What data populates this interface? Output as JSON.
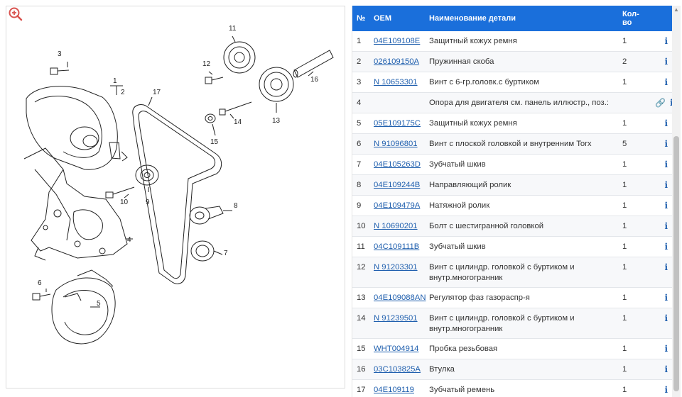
{
  "diagram": {
    "zoom_icon": "zoom-in-icon",
    "callouts": [
      "1",
      "2",
      "3",
      "4",
      "5",
      "6",
      "7",
      "8",
      "9",
      "10",
      "11",
      "12",
      "13",
      "14",
      "15",
      "16",
      "17"
    ]
  },
  "table": {
    "headers": {
      "num": "№",
      "oem": "OEM",
      "name": "Наименование детали",
      "qty": "Кол-во"
    },
    "rows": [
      {
        "num": "1",
        "oem": "04E109108E",
        "name": "Защитный кожух ремня",
        "qty": "1",
        "link": false
      },
      {
        "num": "2",
        "oem": "026109150A",
        "name": "Пружинная скоба",
        "qty": "2",
        "link": false
      },
      {
        "num": "3",
        "oem": "N 10653301",
        "name": "Винт с 6-гр.головк.с буртиком",
        "qty": "1",
        "link": false
      },
      {
        "num": "4",
        "oem": "",
        "name": "Опора для двигателя см. панель иллюстр., поз.:",
        "qty": "",
        "link": true
      },
      {
        "num": "5",
        "oem": "05E109175C",
        "name": "Защитный кожух ремня",
        "qty": "1",
        "link": false
      },
      {
        "num": "6",
        "oem": "N 91096801",
        "name": "Винт с плоской головкой и внутренним Torx",
        "qty": "5",
        "link": false
      },
      {
        "num": "7",
        "oem": "04E105263D",
        "name": "Зубчатый шкив",
        "qty": "1",
        "link": false
      },
      {
        "num": "8",
        "oem": "04E109244B",
        "name": "Направляющий ролик",
        "qty": "1",
        "link": false
      },
      {
        "num": "9",
        "oem": "04E109479A",
        "name": "Натяжной ролик",
        "qty": "1",
        "link": false
      },
      {
        "num": "10",
        "oem": "N 10690201",
        "name": "Болт с шестигранной головкой",
        "qty": "1",
        "link": false
      },
      {
        "num": "11",
        "oem": "04C109111B",
        "name": "Зубчатый шкив",
        "qty": "1",
        "link": false
      },
      {
        "num": "12",
        "oem": "N 91203301",
        "name": "Винт с цилиндр. головкой с буртиком и внутр.многогранник",
        "qty": "1",
        "link": false
      },
      {
        "num": "13",
        "oem": "04E109088AN",
        "name": "Регулятор фаз газораспр-я",
        "qty": "1",
        "link": false
      },
      {
        "num": "14",
        "oem": "N 91239501",
        "name": "Винт с цилиндр. головкой с буртиком и внутр.многогранник",
        "qty": "1",
        "link": false
      },
      {
        "num": "15",
        "oem": "WHT004914",
        "name": "Пробка резьбовая",
        "qty": "1",
        "link": false
      },
      {
        "num": "16",
        "oem": "03C103825A",
        "name": "Втулка",
        "qty": "1",
        "link": false
      },
      {
        "num": "17",
        "oem": "04E109119",
        "name": "Зубчатый ремень",
        "qty": "1",
        "link": false
      }
    ],
    "info_icon_glyph": "i",
    "link_icon_glyph": "🔗",
    "header_color": "#1a6fdb",
    "link_color": "#1f5fae"
  }
}
